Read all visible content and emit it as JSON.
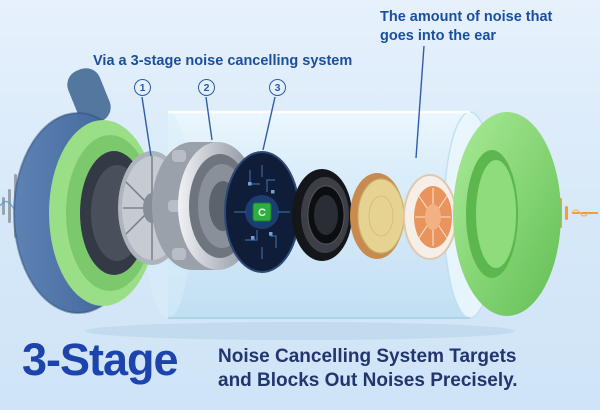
{
  "colors": {
    "background": "#d6e8f8",
    "heading_blue": "#1a4f9d",
    "marker_blue": "#2b5ca8",
    "title_blue": "#1d44ad",
    "desc_navy": "#21356e",
    "cushion_green": "#8edc7c",
    "earcup_blue": "#476b9e",
    "wave_orange": "#f59d2e",
    "wave_gray": "#98a3ad",
    "chip_green": "#2fae44"
  },
  "callouts": {
    "noise_line1": "The amount of noise that",
    "noise_line2": "goes into the ear",
    "system_label": "Via a 3-stage noise cancelling system"
  },
  "stage_markers": [
    {
      "label": "1"
    },
    {
      "label": "2"
    },
    {
      "label": "3"
    }
  ],
  "chip_label": "C",
  "footer": {
    "title": "3-Stage",
    "line1": "Noise Cancelling System Targets",
    "line2": "and Blocks Out Noises Precisely."
  }
}
